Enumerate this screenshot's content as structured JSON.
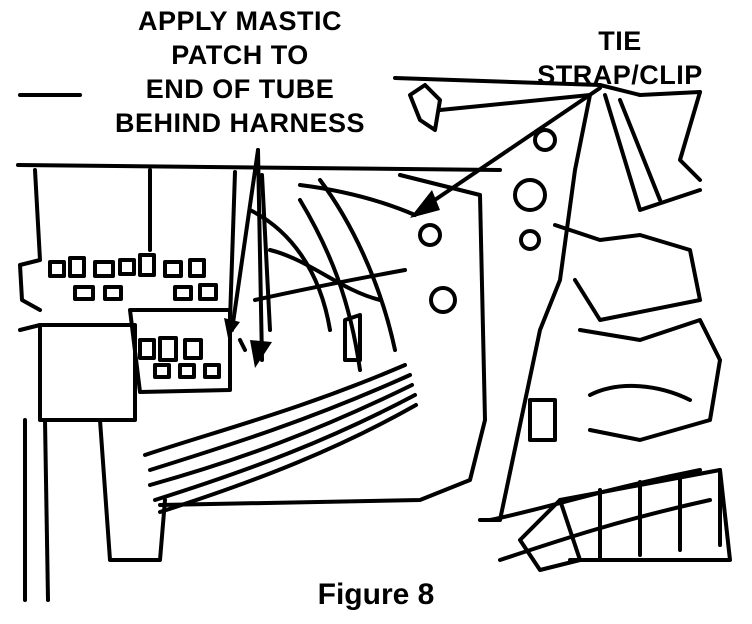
{
  "callouts": {
    "mastic": [
      "APPLY MASTIC",
      "PATCH TO",
      "END OF TUBE",
      "BEHIND HARNESS"
    ],
    "tie": [
      "TIE",
      "STRAP/CLIP"
    ]
  },
  "caption": "Figure 8"
}
